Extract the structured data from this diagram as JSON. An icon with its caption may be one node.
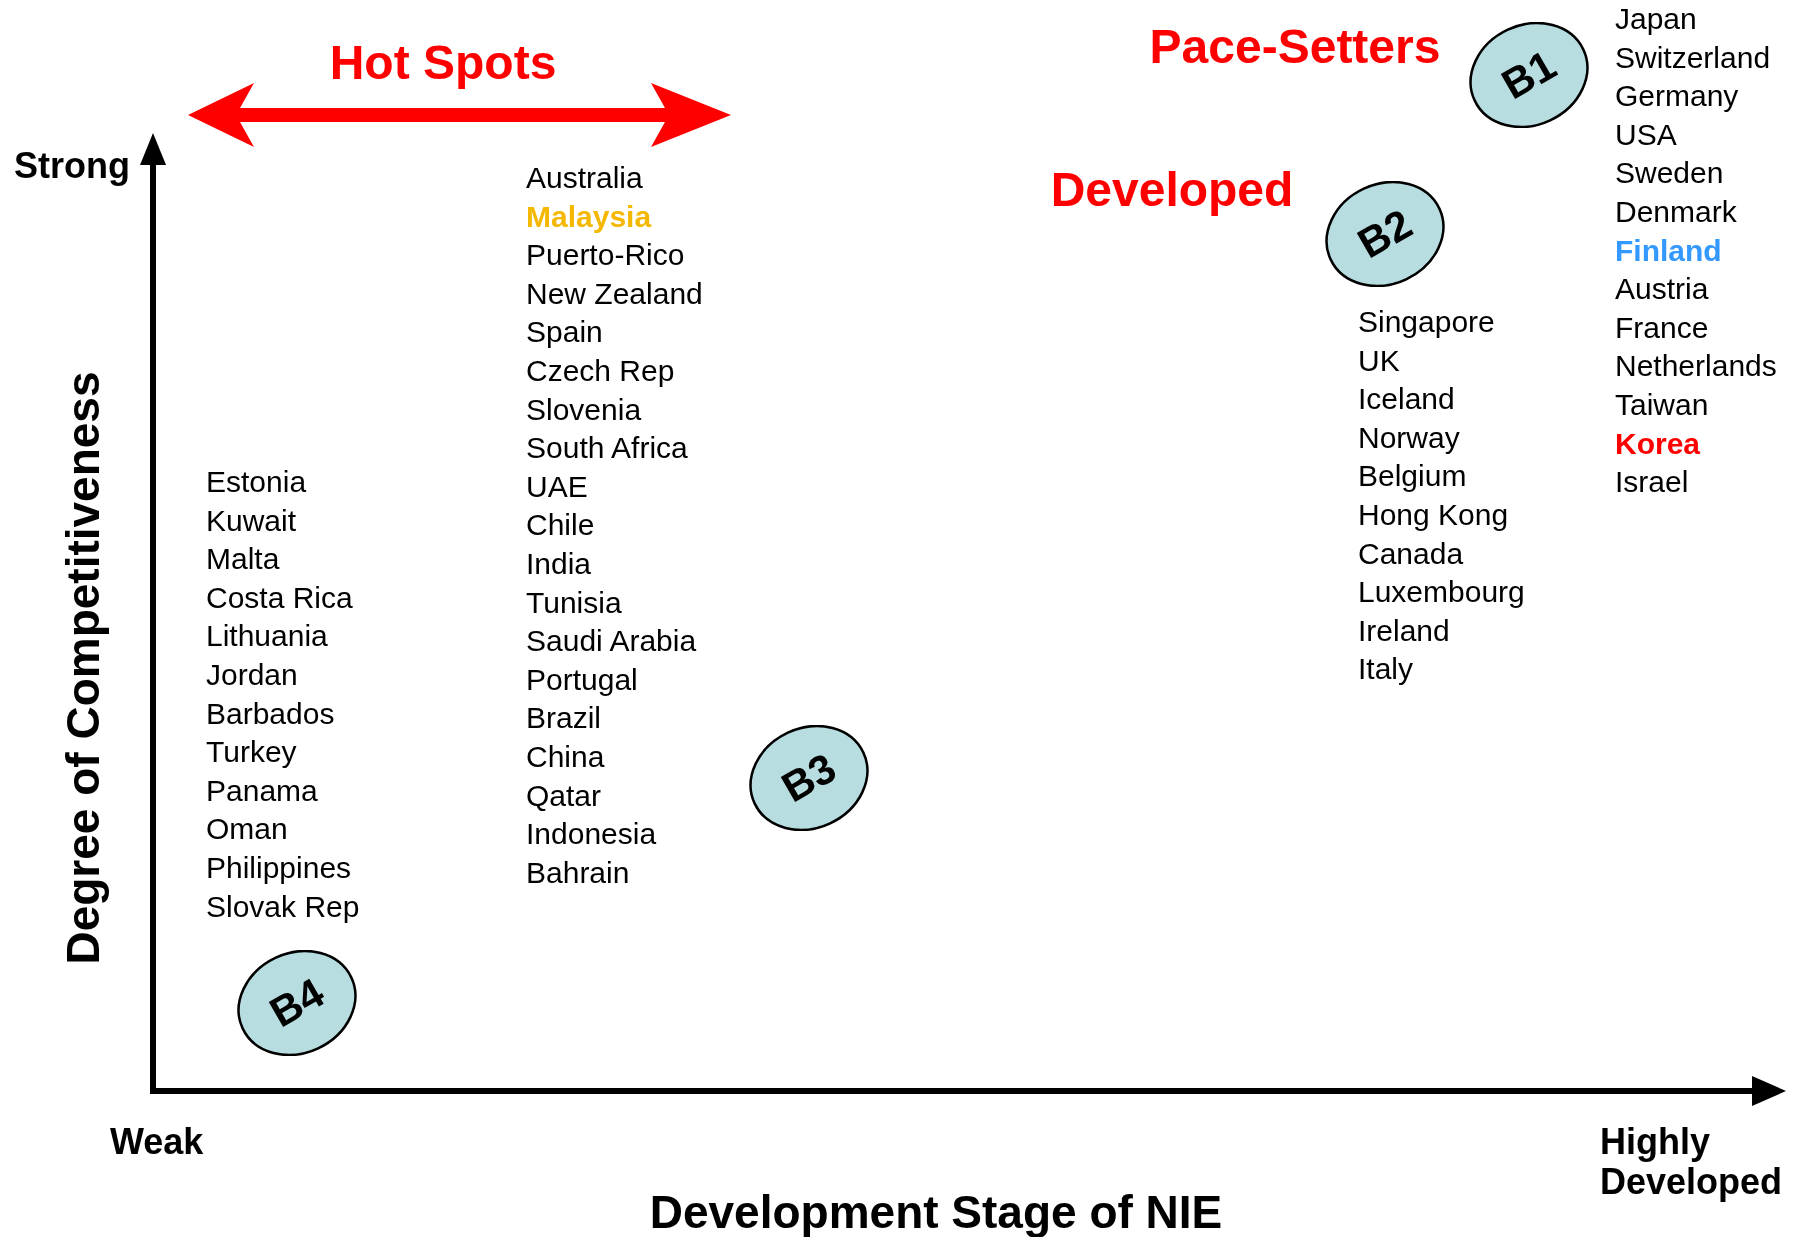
{
  "diagram": {
    "nodes": [
      {
        "text": [
          "B1"
        ]
      },
      {
        "text": [
          "B2"
        ]
      },
      {
        "text": [
          "B3"
        ]
      },
      {
        "text": [
          "B4"
        ]
      }
    ],
    "labels": [
      "Hot Spots",
      "Pace-Setters",
      "Japan",
      "Switzerland",
      "Germany",
      "USA",
      "Sweden",
      "Denmark",
      "Finland",
      "Austria",
      "France",
      "Netherlands",
      "Taiwan",
      "Korea",
      "Israel",
      "Strong",
      "Developed",
      "Australia",
      "Malaysia",
      "Puerto-Rico",
      "New Zealand",
      "Spain",
      "Czech Rep",
      "Slovenia",
      "South Africa",
      "UAE",
      "Chile",
      "India",
      "Tunisia",
      "Saudi Arabia",
      "Portugal",
      "Brazil",
      "China",
      "Qatar",
      "Indonesia",
      "Bahrain",
      "Singapore",
      "UK",
      "Iceland",
      "Norway",
      "Belgium",
      "Hong Kong",
      "Canada",
      "Luxembourg",
      "Ireland",
      "Italy",
      "Estonia",
      "Kuwait",
      "Malta",
      "Costa Rica",
      "Lithuania",
      "Jordan",
      "Barbados",
      "Turkey",
      "Panama",
      "Oman",
      "Philippines",
      "Slovak Rep",
      "Degree of Competitiveness",
      "Weak",
      "Highly Developed",
      "Development Stage of NIE"
    ]
  }
}
